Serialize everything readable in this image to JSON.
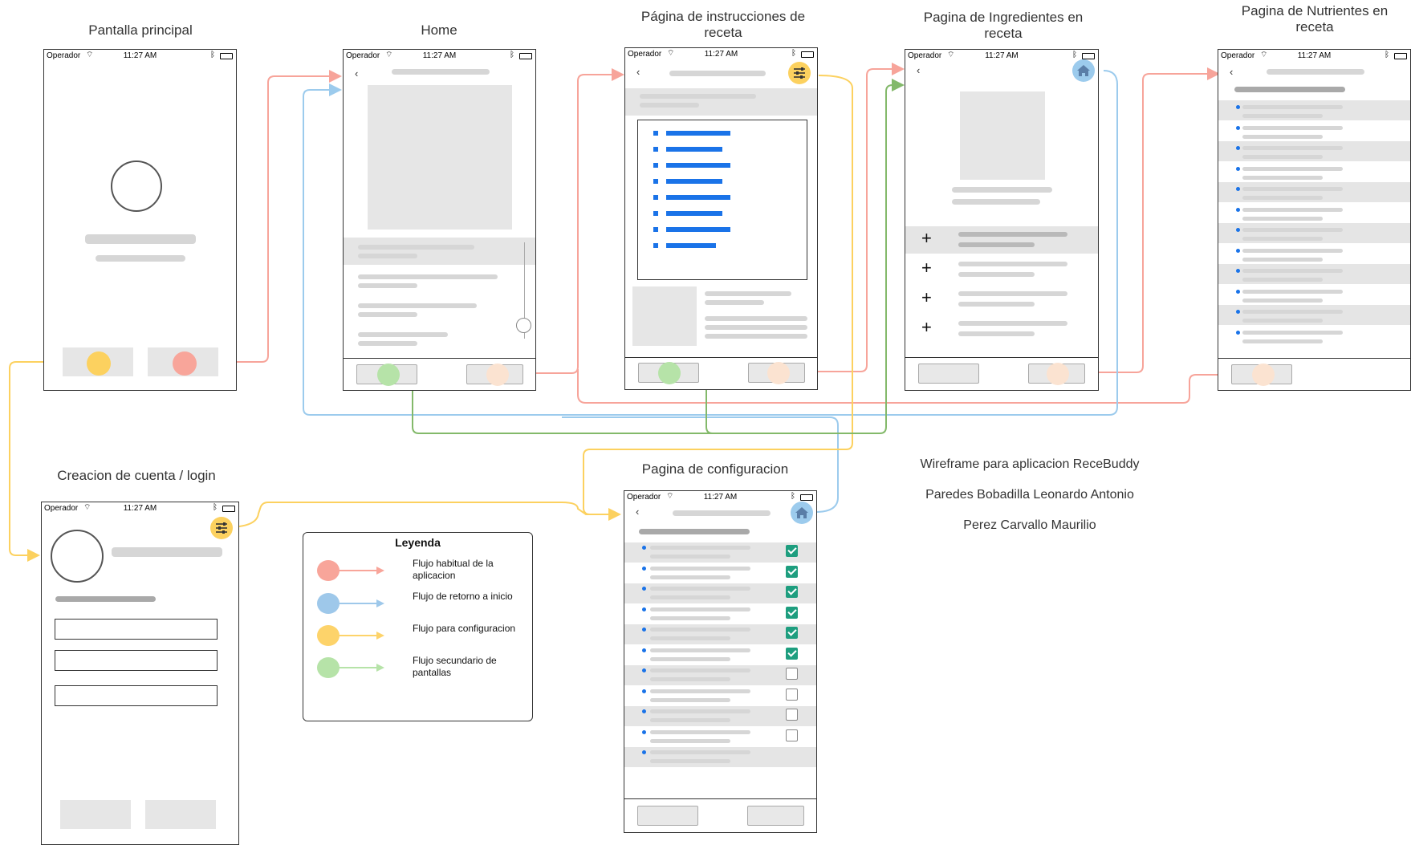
{
  "status_bar": {
    "operator": "Operador",
    "time": "11:27 AM"
  },
  "screens": {
    "pantalla_principal": {
      "title": "Pantalla principal"
    },
    "home": {
      "title": "Home"
    },
    "instrucciones": {
      "title": "Página de instrucciones de receta"
    },
    "ingredientes": {
      "title": "Pagina de Ingredientes en receta"
    },
    "nutrientes": {
      "title": "Pagina de Nutrientes en receta"
    },
    "login": {
      "title": "Creacion de cuenta / login"
    },
    "configuracion": {
      "title": "Pagina de configuracion"
    }
  },
  "config_checkboxes": [
    true,
    true,
    true,
    true,
    true,
    true,
    false,
    false,
    false,
    false
  ],
  "legend": {
    "title": "Leyenda",
    "items": [
      {
        "label": "Flujo habitual de la aplicacion",
        "color": "#f8a59a"
      },
      {
        "label": "Flujo de retorno a inicio",
        "color": "#9ec8ea"
      },
      {
        "label": "Flujo para configuracion",
        "color": "#fdd36a"
      },
      {
        "label": "Flujo secundario de pantallas",
        "color": "#b6e3a8"
      }
    ]
  },
  "info": {
    "line1": "Wireframe para aplicacion ReceBuddy",
    "line2": "Paredes Bobadilla Leonardo Antonio",
    "line3": "Perez Carvallo Maurilio"
  },
  "colors": {
    "red": "#f7a49a",
    "blue": "#9ccbed",
    "yellow": "#fcd15f",
    "green": "#83b96a",
    "accent_blue": "#1a73e8",
    "check_green": "#1e9e7f"
  },
  "icons": [
    "wifi-icon",
    "bluetooth-icon",
    "battery-icon",
    "back-icon",
    "settings-sliders-icon",
    "home-icon",
    "plus-icon",
    "checkbox-icon"
  ]
}
